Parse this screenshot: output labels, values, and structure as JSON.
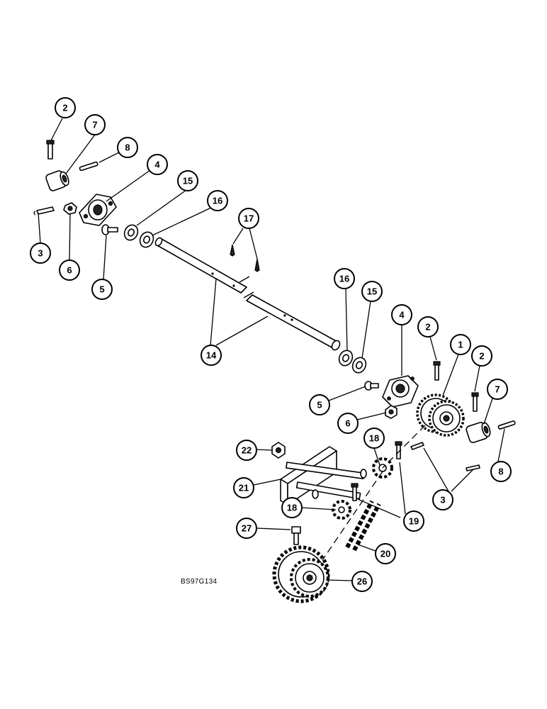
{
  "reference_code": "BS97G134",
  "callouts": [
    {
      "label": "2"
    },
    {
      "label": "7"
    },
    {
      "label": "8"
    },
    {
      "label": "4"
    },
    {
      "label": "15"
    },
    {
      "label": "16"
    },
    {
      "label": "17"
    },
    {
      "label": "3"
    },
    {
      "label": "6"
    },
    {
      "label": "5"
    },
    {
      "label": "16"
    },
    {
      "label": "15"
    },
    {
      "label": "4"
    },
    {
      "label": "2"
    },
    {
      "label": "1"
    },
    {
      "label": "2"
    },
    {
      "label": "14"
    },
    {
      "label": "5"
    },
    {
      "label": "6"
    },
    {
      "label": "7"
    },
    {
      "label": "22"
    },
    {
      "label": "18"
    },
    {
      "label": "21"
    },
    {
      "label": "8"
    },
    {
      "label": "3"
    },
    {
      "label": "18"
    },
    {
      "label": "19"
    },
    {
      "label": "27"
    },
    {
      "label": "20"
    },
    {
      "label": "26"
    }
  ]
}
